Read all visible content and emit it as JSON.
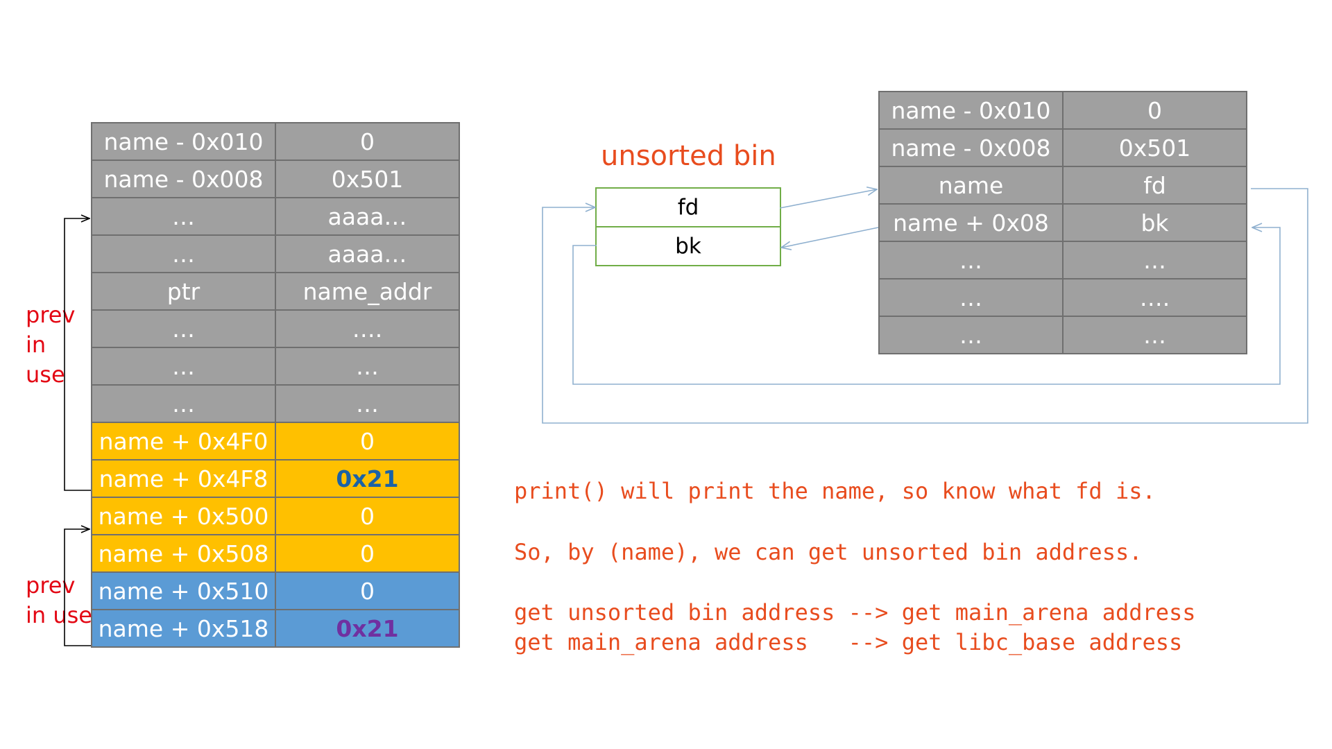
{
  "left_table": {
    "rows": [
      {
        "addr": "name - 0x010",
        "value": "0",
        "color": "gray"
      },
      {
        "addr": "name - 0x008",
        "value": "0x501",
        "color": "gray"
      },
      {
        "addr": "…",
        "value": "aaaa…",
        "color": "gray"
      },
      {
        "addr": "…",
        "value": "aaaa…",
        "color": "gray"
      },
      {
        "addr": "ptr",
        "value": "name_addr",
        "color": "gray"
      },
      {
        "addr": "…",
        "value": "….",
        "color": "gray"
      },
      {
        "addr": "…",
        "value": "…",
        "color": "gray"
      },
      {
        "addr": "…",
        "value": "…",
        "color": "gray"
      },
      {
        "addr": "name + 0x4F0",
        "value": "0",
        "color": "yellow"
      },
      {
        "addr": "name + 0x4F8",
        "value": "0x21",
        "color": "yellow"
      },
      {
        "addr": "name + 0x500",
        "value": "0",
        "color": "yellow"
      },
      {
        "addr": "name + 0x508",
        "value": "0",
        "color": "yellow"
      },
      {
        "addr": "name + 0x510",
        "value": "0",
        "color": "blue"
      },
      {
        "addr": "name + 0x518",
        "value": "0x21",
        "color": "blue"
      }
    ]
  },
  "prev_in_use_labels": [
    "prev\nin\nuse",
    "prev\nin use"
  ],
  "unsorted_bin": {
    "title": "unsorted bin",
    "fields": [
      "fd",
      "bk"
    ]
  },
  "right_table": {
    "rows": [
      {
        "addr": "name - 0x010",
        "value": "0"
      },
      {
        "addr": "name - 0x008",
        "value": "0x501"
      },
      {
        "addr": "name",
        "value": "fd"
      },
      {
        "addr": "name + 0x08",
        "value": "bk"
      },
      {
        "addr": "…",
        "value": "…"
      },
      {
        "addr": "…",
        "value": "…."
      },
      {
        "addr": "…",
        "value": "…"
      }
    ]
  },
  "notes": [
    "print() will print the name, so know what fd is.",
    "So, by (name), we can get unsorted bin address.",
    "get unsorted bin address --> get main_arena address",
    "get main_arena address   --> get libc_base address"
  ],
  "colors": {
    "gray": "#a0a0a0",
    "yellow": "#ffc000",
    "blue": "#5b9bd5",
    "text_red": "#e84c1e",
    "label_red": "#e30613",
    "bin_border": "#70ad47",
    "arrow_blue": "#8fb0cf",
    "highlight_blue": "#1b62a6",
    "highlight_purple": "#7030a0"
  }
}
